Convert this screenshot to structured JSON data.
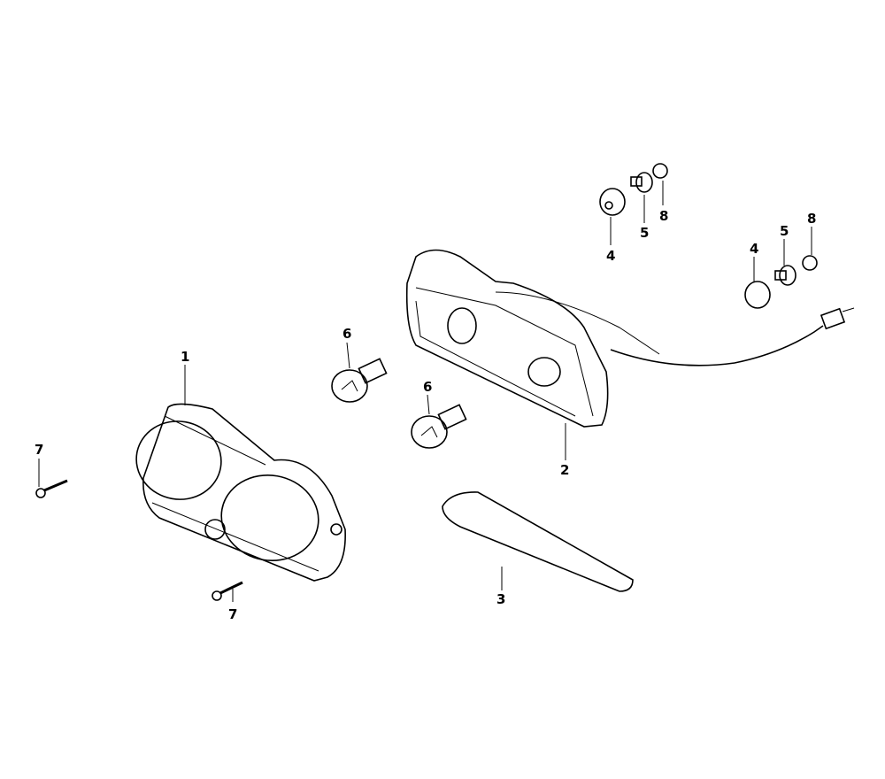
{
  "diagram": {
    "callouts": [
      {
        "id": "lens-assembly",
        "label": "1"
      },
      {
        "id": "base-housing",
        "label": "2"
      },
      {
        "id": "license-lens",
        "label": "3"
      },
      {
        "id": "grommet-a",
        "label": "4"
      },
      {
        "id": "collar-a",
        "label": "5"
      },
      {
        "id": "nut-a",
        "label": "8"
      },
      {
        "id": "grommet-b",
        "label": "4"
      },
      {
        "id": "collar-b",
        "label": "5"
      },
      {
        "id": "nut-b",
        "label": "8"
      },
      {
        "id": "bulb-a",
        "label": "6"
      },
      {
        "id": "bulb-b",
        "label": "6"
      },
      {
        "id": "screw-a",
        "label": "7"
      },
      {
        "id": "screw-b",
        "label": "7"
      }
    ]
  }
}
